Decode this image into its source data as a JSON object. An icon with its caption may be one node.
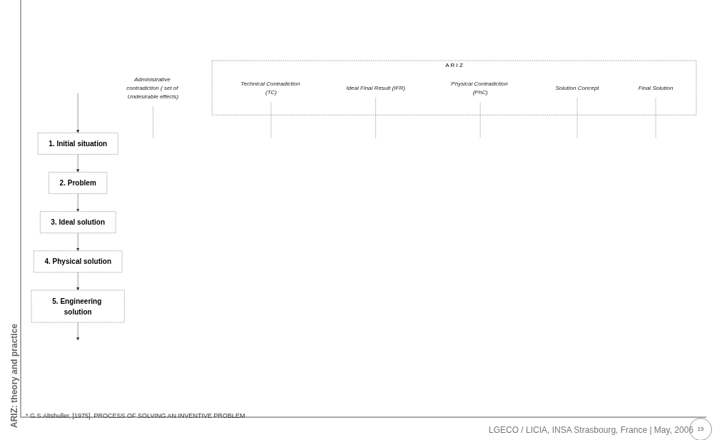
{
  "diagram": {
    "nodes": [
      {
        "text": [
          "1. Initial situation"
        ]
      },
      {
        "text": [
          "2. Problem"
        ]
      },
      {
        "text": [
          "3. Ideal solution"
        ]
      },
      {
        "text": [
          "4. Physical solution"
        ]
      },
      {
        "text": [
          "5. Engineering solution"
        ]
      },
      {
        "text": [
          "A R I Z"
        ]
      },
      {
        "text": [
          "Administrative contradiction ( set of Undesirable effects)"
        ]
      },
      {
        "text": [
          "Technical Contradiction (TC)"
        ],
        "in": 5
      },
      {
        "text": [
          "Ideal Final Result  (IFR)"
        ],
        "in": 5
      },
      {
        "text": [
          "Physical Contradiction (PhC)"
        ],
        "in": 5
      },
      {
        "text": [
          "Solution Concept"
        ],
        "in": 5
      },
      {
        "text": [
          "Final Solution"
        ],
        "in": 5
      }
    ],
    "edges": [
      {
        "from": null,
        "to": 0,
        "arrow": "to"
      },
      {
        "from": 0,
        "to": 1,
        "arrow": "to"
      },
      {
        "from": 1,
        "to": 2,
        "arrow": "to"
      },
      {
        "from": 2,
        "to": 3,
        "arrow": "to"
      },
      {
        "from": 3,
        "to": 4,
        "arrow": "to"
      },
      {
        "from": 4,
        "to": null,
        "arrow": "to"
      },
      {
        "from": 6,
        "to": null,
        "arrow": "none",
        "color": "#999999"
      },
      {
        "from": 7,
        "to": null,
        "arrow": "none",
        "color": "#999999"
      },
      {
        "from": 8,
        "to": null,
        "arrow": "none",
        "color": "#999999"
      },
      {
        "from": 9,
        "to": null,
        "arrow": "none",
        "color": "#999999"
      },
      {
        "from": 10,
        "to": null,
        "arrow": "none",
        "color": "#999999"
      },
      {
        "from": 11,
        "to": null,
        "arrow": "none",
        "color": "#999999"
      }
    ],
    "labels": [
      "ARIZ: theory and practice",
      "* G.S.Altshuller, [1975]. PROCESS OF SOLVING AN INVENTIVE PROBLEM",
      "LGECO / LICIA, INSA Strasbourg, France | May, 2006",
      "15"
    ]
  }
}
